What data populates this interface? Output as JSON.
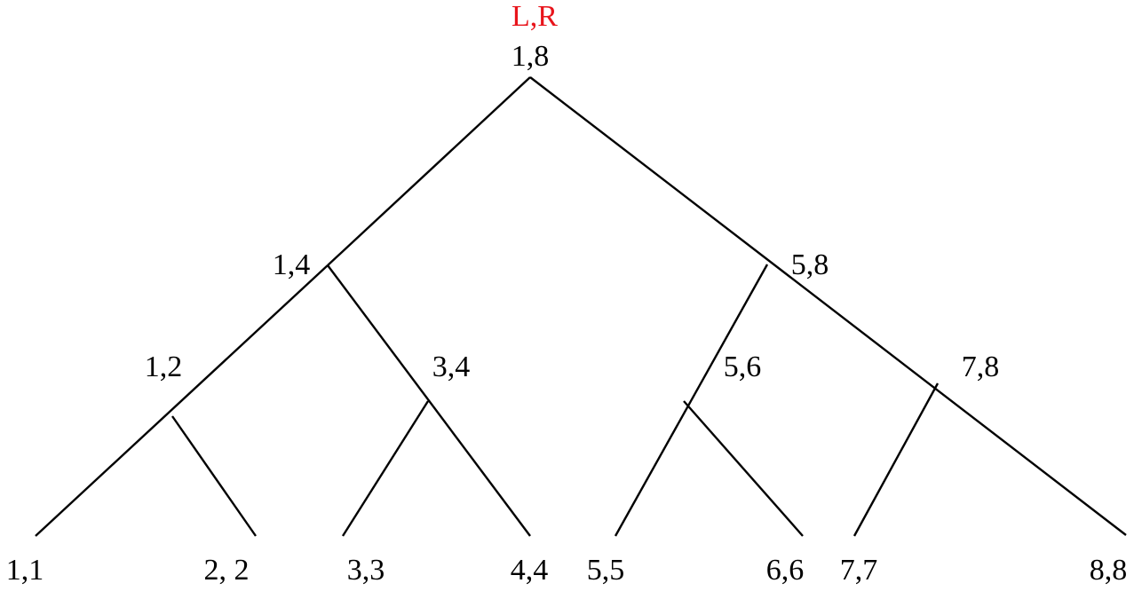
{
  "diagram": {
    "annotation": {
      "text": "L,R",
      "color": "#e8141b"
    },
    "line_color": "#000000",
    "text_color": "#000000",
    "nodes": {
      "root": "1,8",
      "left": "1,4",
      "right": "5,8",
      "ll": "1,2",
      "lr": "3,4",
      "rl": "5,6",
      "rr": "7,8",
      "leaf1": "1,1",
      "leaf2": "2, 2",
      "leaf3": "3,3",
      "leaf4": "4,4",
      "leaf5": "5,5",
      "leaf6": "6,6",
      "leaf7": "7,7",
      "leaf8": "8,8"
    }
  }
}
